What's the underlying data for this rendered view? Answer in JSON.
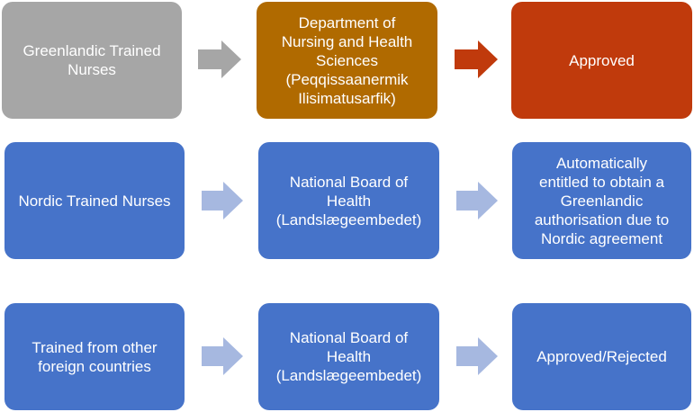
{
  "colors": {
    "gray": "#A6A6A6",
    "orange": "#B06A00",
    "red": "#C03A0C",
    "blue": "#4673C9",
    "arrow_gray": "#A6A6A6",
    "arrow_red": "#C03A0C",
    "arrow_light_blue": "#A6B8E0"
  },
  "rows": [
    {
      "source": "Greenlandic Trained\nNurses",
      "authority": "Department of\nNursing and Health\nSciences\n(Peqqissaanermik\nIlisimatusarfik)",
      "outcome": "Approved"
    },
    {
      "source": "Nordic Trained Nurses",
      "authority": "National Board of\nHealth\n(Landslægeembedet)",
      "outcome": "Automatically\nentitled to obtain a\nGreenlandic\nauthorisation due to\nNordic agreement"
    },
    {
      "source": "Trained from other\nforeign countries",
      "authority": "National Board of\nHealth\n(Landslægeembedet)",
      "outcome": "Approved/Rejected"
    }
  ]
}
